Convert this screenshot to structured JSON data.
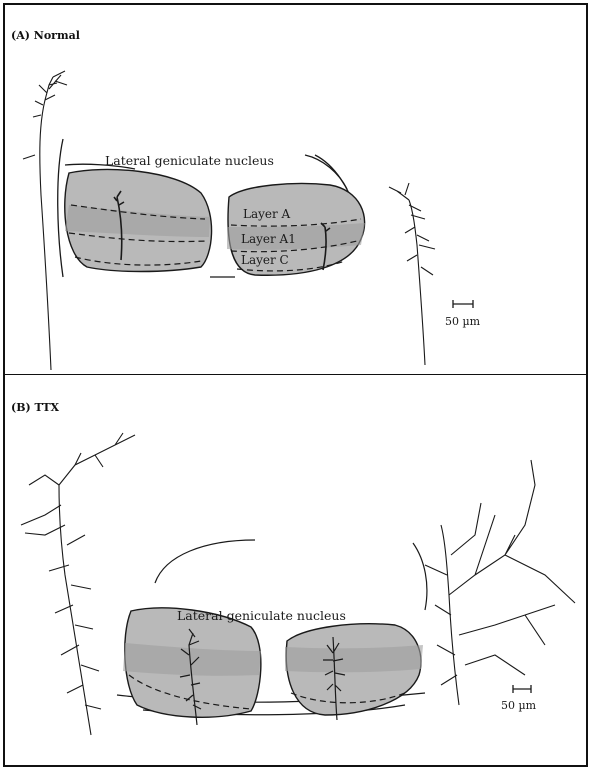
{
  "panels": [
    {
      "title": "(A) Normal",
      "nucleus_label": "Lateral geniculate nucleus",
      "layers": [
        "Layer A",
        "Layer A1",
        "Layer C"
      ],
      "scale_bar": "50 µm"
    },
    {
      "title": "(B) TTX",
      "nucleus_label": "Lateral geniculate nucleus",
      "scale_bar": "50 µm"
    }
  ],
  "colors": {
    "line": "#1a1a1a",
    "nucleus_fill": "#b9b9b9",
    "band_fill": "#9e9e9e",
    "background": "#ffffff"
  }
}
